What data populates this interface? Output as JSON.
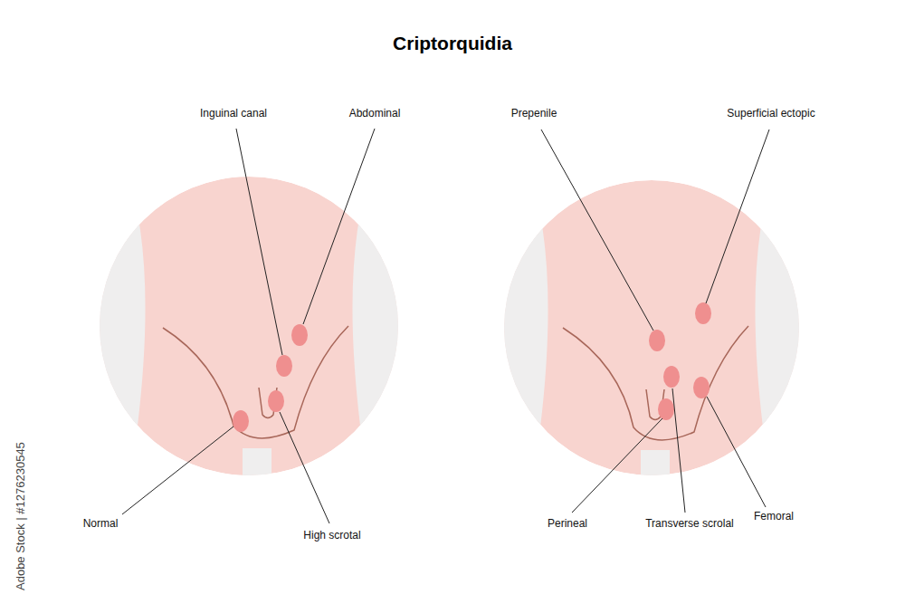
{
  "diagram": {
    "title": "Criptorquidia",
    "labels": [
      "Inguinal canal",
      "Abdominal",
      "Normal",
      "High scrotal",
      "Prepenile",
      "Superficial ectopic",
      "Perineal",
      "Transverse scrolal",
      "Femoral",
      "Adobe Stock | #1276230545"
    ]
  }
}
